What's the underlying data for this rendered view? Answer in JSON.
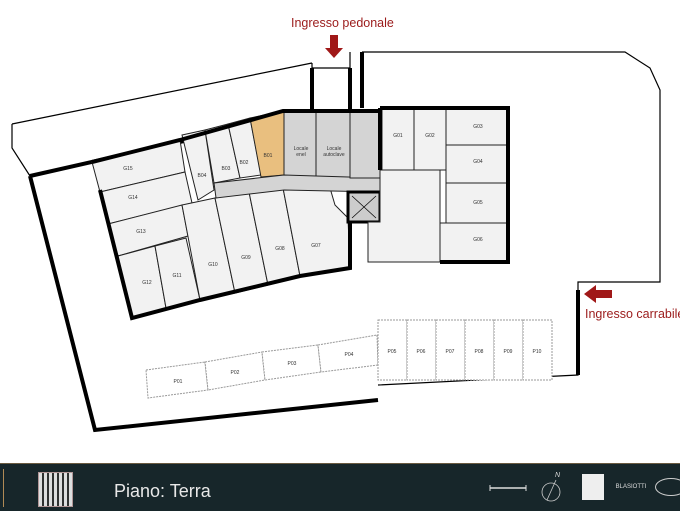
{
  "entrances": {
    "pedestrian": "Ingresso pedonale",
    "vehicle": "Ingresso carrabile"
  },
  "units": {
    "G15": "G15",
    "G14": "G14",
    "G13": "G13",
    "G12": "G12",
    "G11": "G11",
    "G10": "G10",
    "G09": "G09",
    "G08": "G08",
    "G07": "G07",
    "B04": "B04",
    "B03": "B03",
    "B02": "B02",
    "B01": "B01",
    "G01": "G01",
    "G02": "G02",
    "G03": "G03",
    "G04": "G04",
    "G05": "G05",
    "G06": "G06"
  },
  "selected_unit": "B01",
  "services": {
    "enel_1": "Locale",
    "enel_2": "enel",
    "autoclave_1": "Locale",
    "autoclave_2": "autoclave"
  },
  "parking": [
    "P01",
    "P02",
    "P03",
    "P04",
    "P05",
    "P06",
    "P07",
    "P08",
    "P09",
    "P10"
  ],
  "footer": {
    "floor_label": "Piano: Terra",
    "north": "N",
    "partner_logo": "BLASIOTTI"
  },
  "colors": {
    "selected": "#e9bf7f",
    "entrance_arrow": "#a01818",
    "footer_bg": "#17262a"
  }
}
